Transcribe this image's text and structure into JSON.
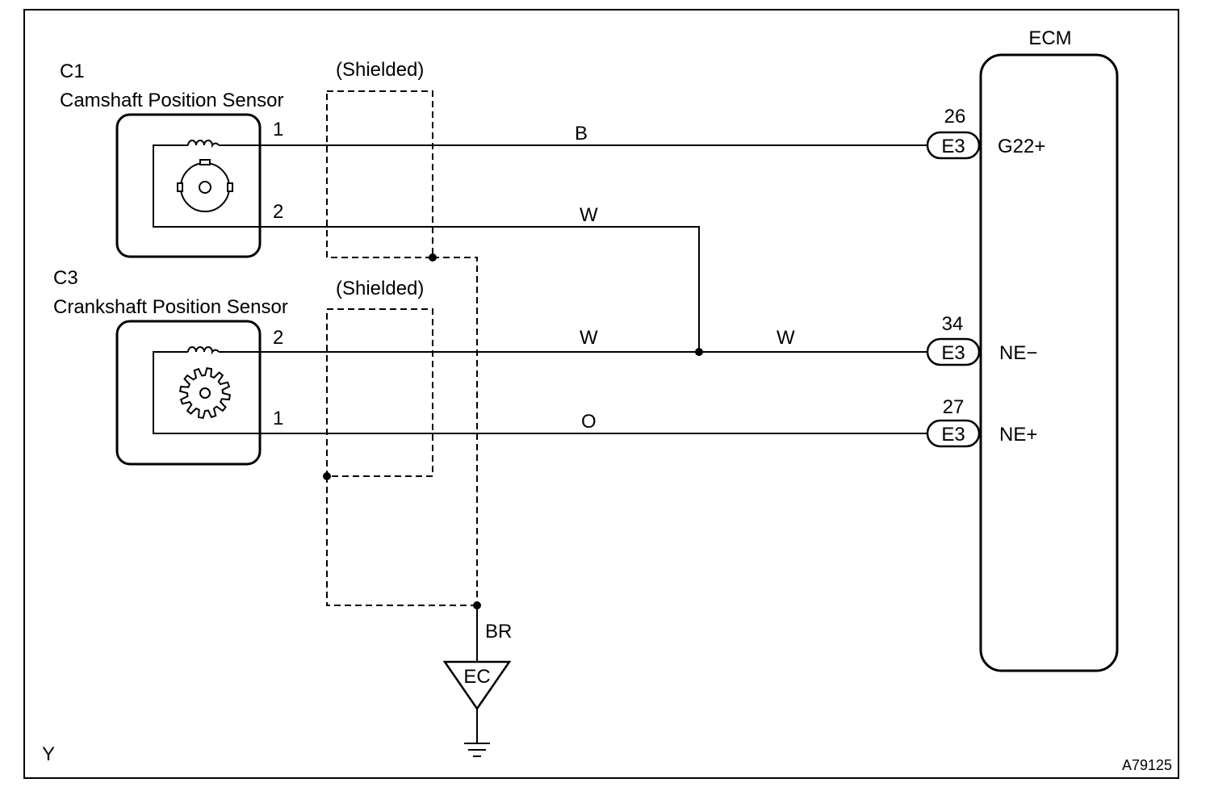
{
  "sensors": {
    "cam": {
      "code": "C1",
      "name": "Camshaft Position Sensor",
      "pin_a": "1",
      "pin_b": "2"
    },
    "crank": {
      "code": "C3",
      "name": "Crankshaft Position Sensor",
      "pin_a": "2",
      "pin_b": "1"
    }
  },
  "shield": {
    "label_top": "(Shielded)",
    "label_bottom": "(Shielded)"
  },
  "wires": {
    "cam_pin1": "B",
    "cam_pin2": "W",
    "crank_pin2": "W",
    "ne_minus": "W",
    "crank_pin1": "O",
    "ground": "BR"
  },
  "ecm": {
    "title": "ECM",
    "terminals": [
      {
        "pin": "26",
        "connector": "E3",
        "signal": "G22+"
      },
      {
        "pin": "34",
        "connector": "E3",
        "signal": "NE−"
      },
      {
        "pin": "27",
        "connector": "E3",
        "signal": "NE+"
      }
    ]
  },
  "ground": {
    "label": "EC"
  },
  "footer": {
    "left_code": "Y",
    "figure_id": "A79125"
  }
}
